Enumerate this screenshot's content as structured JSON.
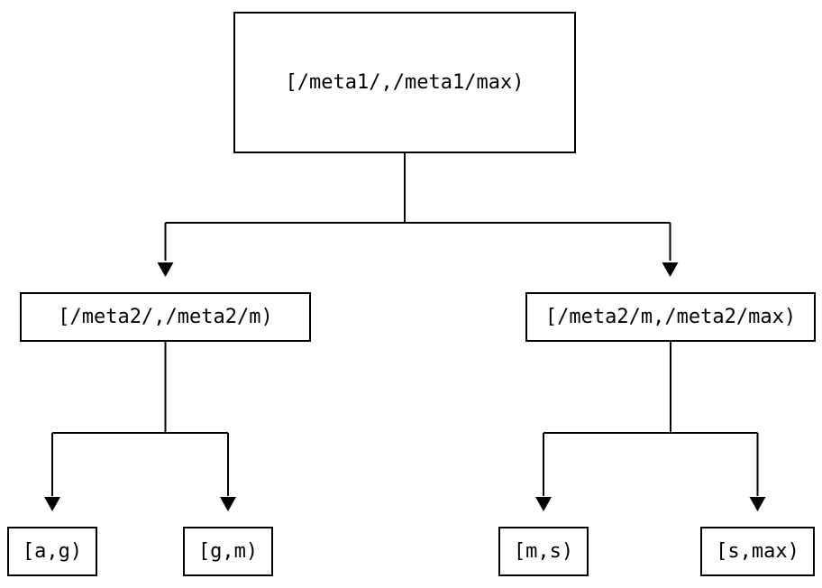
{
  "diagram": {
    "type": "interval-partition-tree",
    "background_color": "#ffffff",
    "line_color": "#000000",
    "text_color": "#000000",
    "tree": {
      "root": {
        "label": "[/meta1/,/meta1/max)",
        "children": [
          {
            "label": "[/meta2/,/meta2/m)",
            "children": [
              {
                "label": "[a,g)"
              },
              {
                "label": "[g,m)"
              }
            ]
          },
          {
            "label": "[/meta2/m,/meta2/max)",
            "children": [
              {
                "label": "[m,s)"
              },
              {
                "label": "[s,max)"
              }
            ]
          }
        ]
      }
    }
  }
}
